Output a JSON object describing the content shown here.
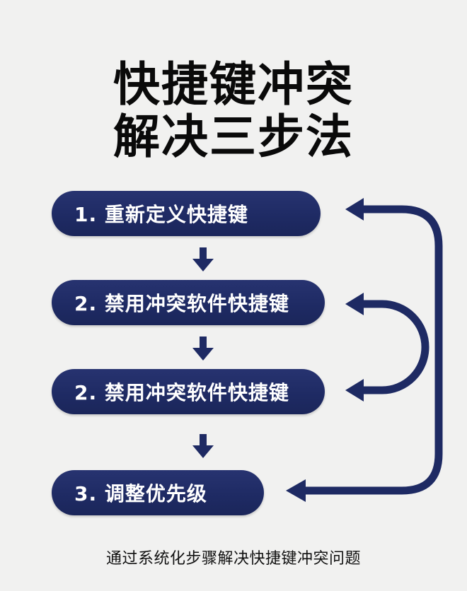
{
  "title": {
    "line1": "快捷键冲突",
    "line2": "解决三步法"
  },
  "steps": [
    {
      "label": "1. 重新定义快捷键"
    },
    {
      "label": "2. 禁用冲突软件快捷键"
    },
    {
      "label": "2. 禁用冲突软件快捷键"
    },
    {
      "label": "3. 调整优先级"
    }
  ],
  "footer": {
    "caption": "通过系统化步骤解决快捷键冲突问题"
  },
  "colors": {
    "background": "#f1f1f0",
    "pill": "#1e2a63",
    "arrow": "#1e2a63",
    "title_text": "#0a0a0a",
    "pill_text": "#ffffff"
  }
}
